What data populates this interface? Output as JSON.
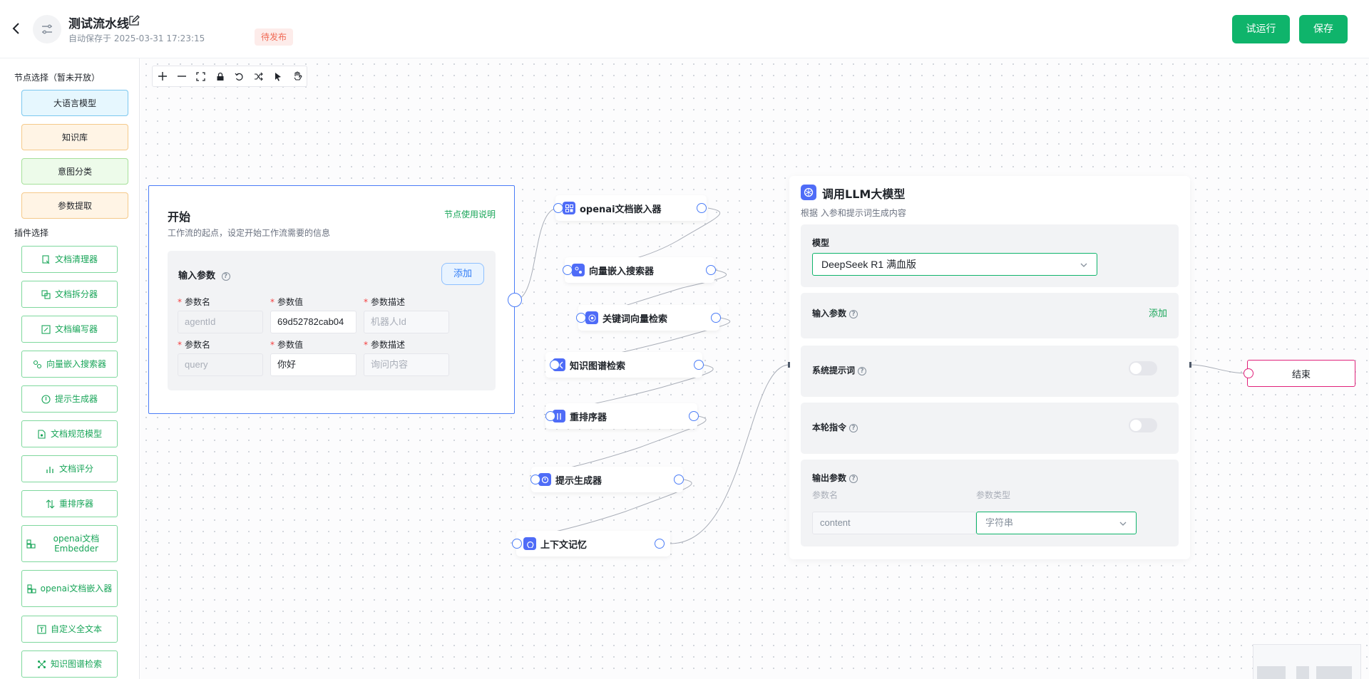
{
  "header": {
    "title": "测试流水线",
    "autosave": "自动保存于 2025-03-31 17:23:15",
    "status": "待发布",
    "run_label": "试运行",
    "save_label": "保存"
  },
  "sidebar": {
    "node_section_title": "节点选择（暂未开放）",
    "nodes": [
      {
        "label": "大语言模型",
        "bg": "#e6f7fe",
        "border": "#7cc8ef"
      },
      {
        "label": "知识库",
        "bg": "#fff4e5",
        "border": "#f5c98a"
      },
      {
        "label": "意图分类",
        "bg": "#edfbea",
        "border": "#a6e09a"
      },
      {
        "label": "参数提取",
        "bg": "#fff4e5",
        "border": "#f5c98a"
      }
    ],
    "plugin_section_title": "插件选择",
    "plugins": [
      {
        "label": "文档清理器",
        "icon": "doc-clean-icon"
      },
      {
        "label": "文档拆分器",
        "icon": "doc-split-icon"
      },
      {
        "label": "文档编写器",
        "icon": "doc-write-icon"
      },
      {
        "label": "向量嵌入搜索器",
        "icon": "vector-search-icon"
      },
      {
        "label": "提示生成器",
        "icon": "prompt-gen-icon"
      },
      {
        "label": "文档规范模型",
        "icon": "doc-norm-icon"
      },
      {
        "label": "文档评分",
        "icon": "bar-chart-icon"
      },
      {
        "label": "重排序器",
        "icon": "sort-icon"
      },
      {
        "label": "openai文档Embedder",
        "icon": "grid-icon"
      },
      {
        "label": "openai文档嵌入器",
        "icon": "grid-icon"
      },
      {
        "label": "自定义全文本",
        "icon": "text-icon"
      },
      {
        "label": "知识图谱检索",
        "icon": "graph-icon"
      }
    ]
  },
  "toolbar": {
    "tools": [
      "zoom-in-icon",
      "zoom-out-icon",
      "fit-view-icon",
      "lock-icon",
      "undo-icon",
      "shuffle-icon",
      "pointer-icon",
      "hand-icon"
    ]
  },
  "start_node": {
    "title": "开始",
    "help_link": "节点使用说明",
    "description": "工作流的起点，设定开始工作流需要的信息",
    "params_title": "输入参数",
    "add_label": "添加",
    "rows": [
      {
        "name_label": "参数名",
        "value_label": "参数值",
        "desc_label": "参数描述",
        "name": "agentId",
        "value": "69d52782cab04",
        "desc_placeholder": "机器人Id"
      },
      {
        "name_label": "参数名",
        "value_label": "参数值",
        "desc_label": "参数描述",
        "name": "query",
        "value": "你好",
        "desc_placeholder": "询问内容"
      }
    ]
  },
  "plugin_nodes": [
    {
      "label": "openai文档嵌入器",
      "icon": "grid-icon"
    },
    {
      "label": "向量嵌入搜索器",
      "icon": "vector-search-icon"
    },
    {
      "label": "关键词向量检索",
      "icon": "target-icon"
    },
    {
      "label": "知识图谱检索",
      "icon": "graph-icon"
    },
    {
      "label": "重排序器",
      "icon": "sort-icon"
    },
    {
      "label": "提示生成器",
      "icon": "prompt-gen-icon"
    },
    {
      "label": "上下文记忆",
      "icon": "memory-icon"
    }
  ],
  "llm_node": {
    "title": "调用LLM大模型",
    "description": "根据 入参和提示词生成内容",
    "model_label": "模型",
    "model_value": "DeepSeek R1 满血版",
    "input_params_label": "输入参数",
    "add_label": "添加",
    "system_prompt_label": "系统提示词",
    "turn_instruction_label": "本轮指令",
    "output_params_label": "输出参数",
    "out_name_col": "参数名",
    "out_type_col": "参数类型",
    "out_name_value": "content",
    "out_type_value": "字符串"
  },
  "end_node": {
    "label": "结束"
  },
  "colors": {
    "accent": "#0fb46b",
    "handle": "#4a7cf7",
    "end": "#e0217a",
    "pending": "#f06a55"
  }
}
